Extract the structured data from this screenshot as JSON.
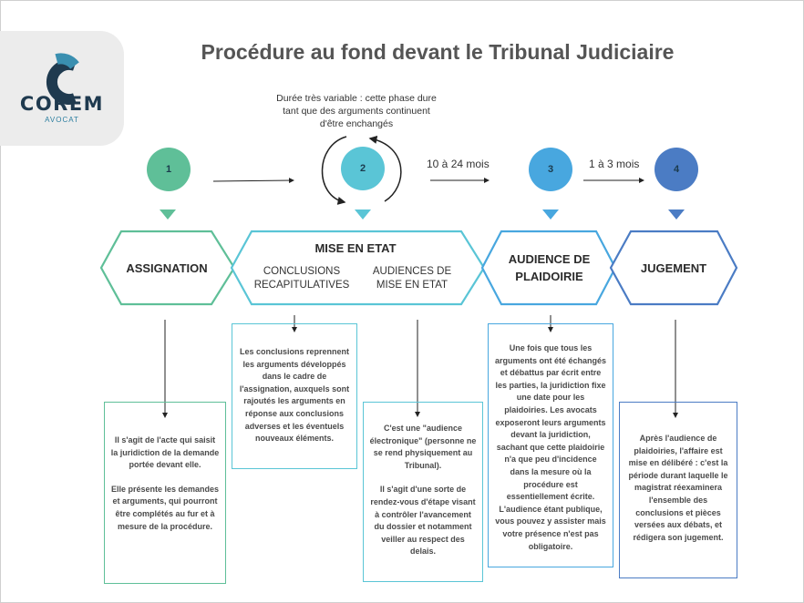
{
  "title": "Procédure au fond devant le Tribunal Judiciaire",
  "logo": {
    "name": "COREM",
    "sub": "AVOCAT",
    "icon": "corem-c-logo-icon"
  },
  "colors": {
    "step1": "#5fbf98",
    "step2": "#5ac5d6",
    "step3": "#48a7df",
    "step4": "#4b7cc4"
  },
  "note": "Durée très variable : cette phase dure tant que des arguments continuent d'être enchangés",
  "durations": {
    "d23": "10 à 24 mois",
    "d34": "1 à 3 mois"
  },
  "steps": [
    {
      "number": "1",
      "label": "ASSIGNATION"
    },
    {
      "number": "2",
      "label": "MISE EN ETAT",
      "sub_left": "CONCLUSIONS RECAPITULATIVES",
      "sub_right": "AUDIENCES DE MISE EN ETAT"
    },
    {
      "number": "3",
      "label": "AUDIENCE DE PLAIDOIRIE"
    },
    {
      "number": "4",
      "label": "JUGEMENT"
    }
  ],
  "boxes": {
    "assignation": [
      "Il s'agit de l'acte qui saisit la juridiction de la demande portée devant elle.",
      "Elle présente les demandes et arguments, qui pourront être complétés au fur et à mesure de la procédure."
    ],
    "conclusions": [
      "Les conclusions reprennent les arguments développés dans le cadre de l'assignation, auxquels sont rajoutés les arguments en réponse aux conclusions adverses et les éventuels nouveaux éléments."
    ],
    "audiences_mee": [
      "C'est une \"audience électronique\" (personne ne se rend physiquement au Tribunal).",
      "Il s'agit d'une sorte de rendez-vous d'étape visant à contrôler l'avancement du dossier et notamment veiller au respect des delais."
    ],
    "plaidoirie": [
      "Une fois que tous les arguments ont été échangés et débattus par écrit entre les parties, la juridiction fixe une date pour les plaidoiries. Les avocats exposeront leurs arguments devant la juridiction, sachant que cette plaidoirie n'a que peu d'incidence dans la mesure où la procédure est essentiellement écrite. L'audience étant publique, vous pouvez y assister mais votre présence n'est pas obligatoire."
    ],
    "jugement": [
      "Après l'audience de plaidoiries, l'affaire est mise en délibéré : c'est la période durant laquelle le magistrat réexaminera l'ensemble des conclusions et pièces versées aux débats, et rédigera son jugement."
    ]
  }
}
